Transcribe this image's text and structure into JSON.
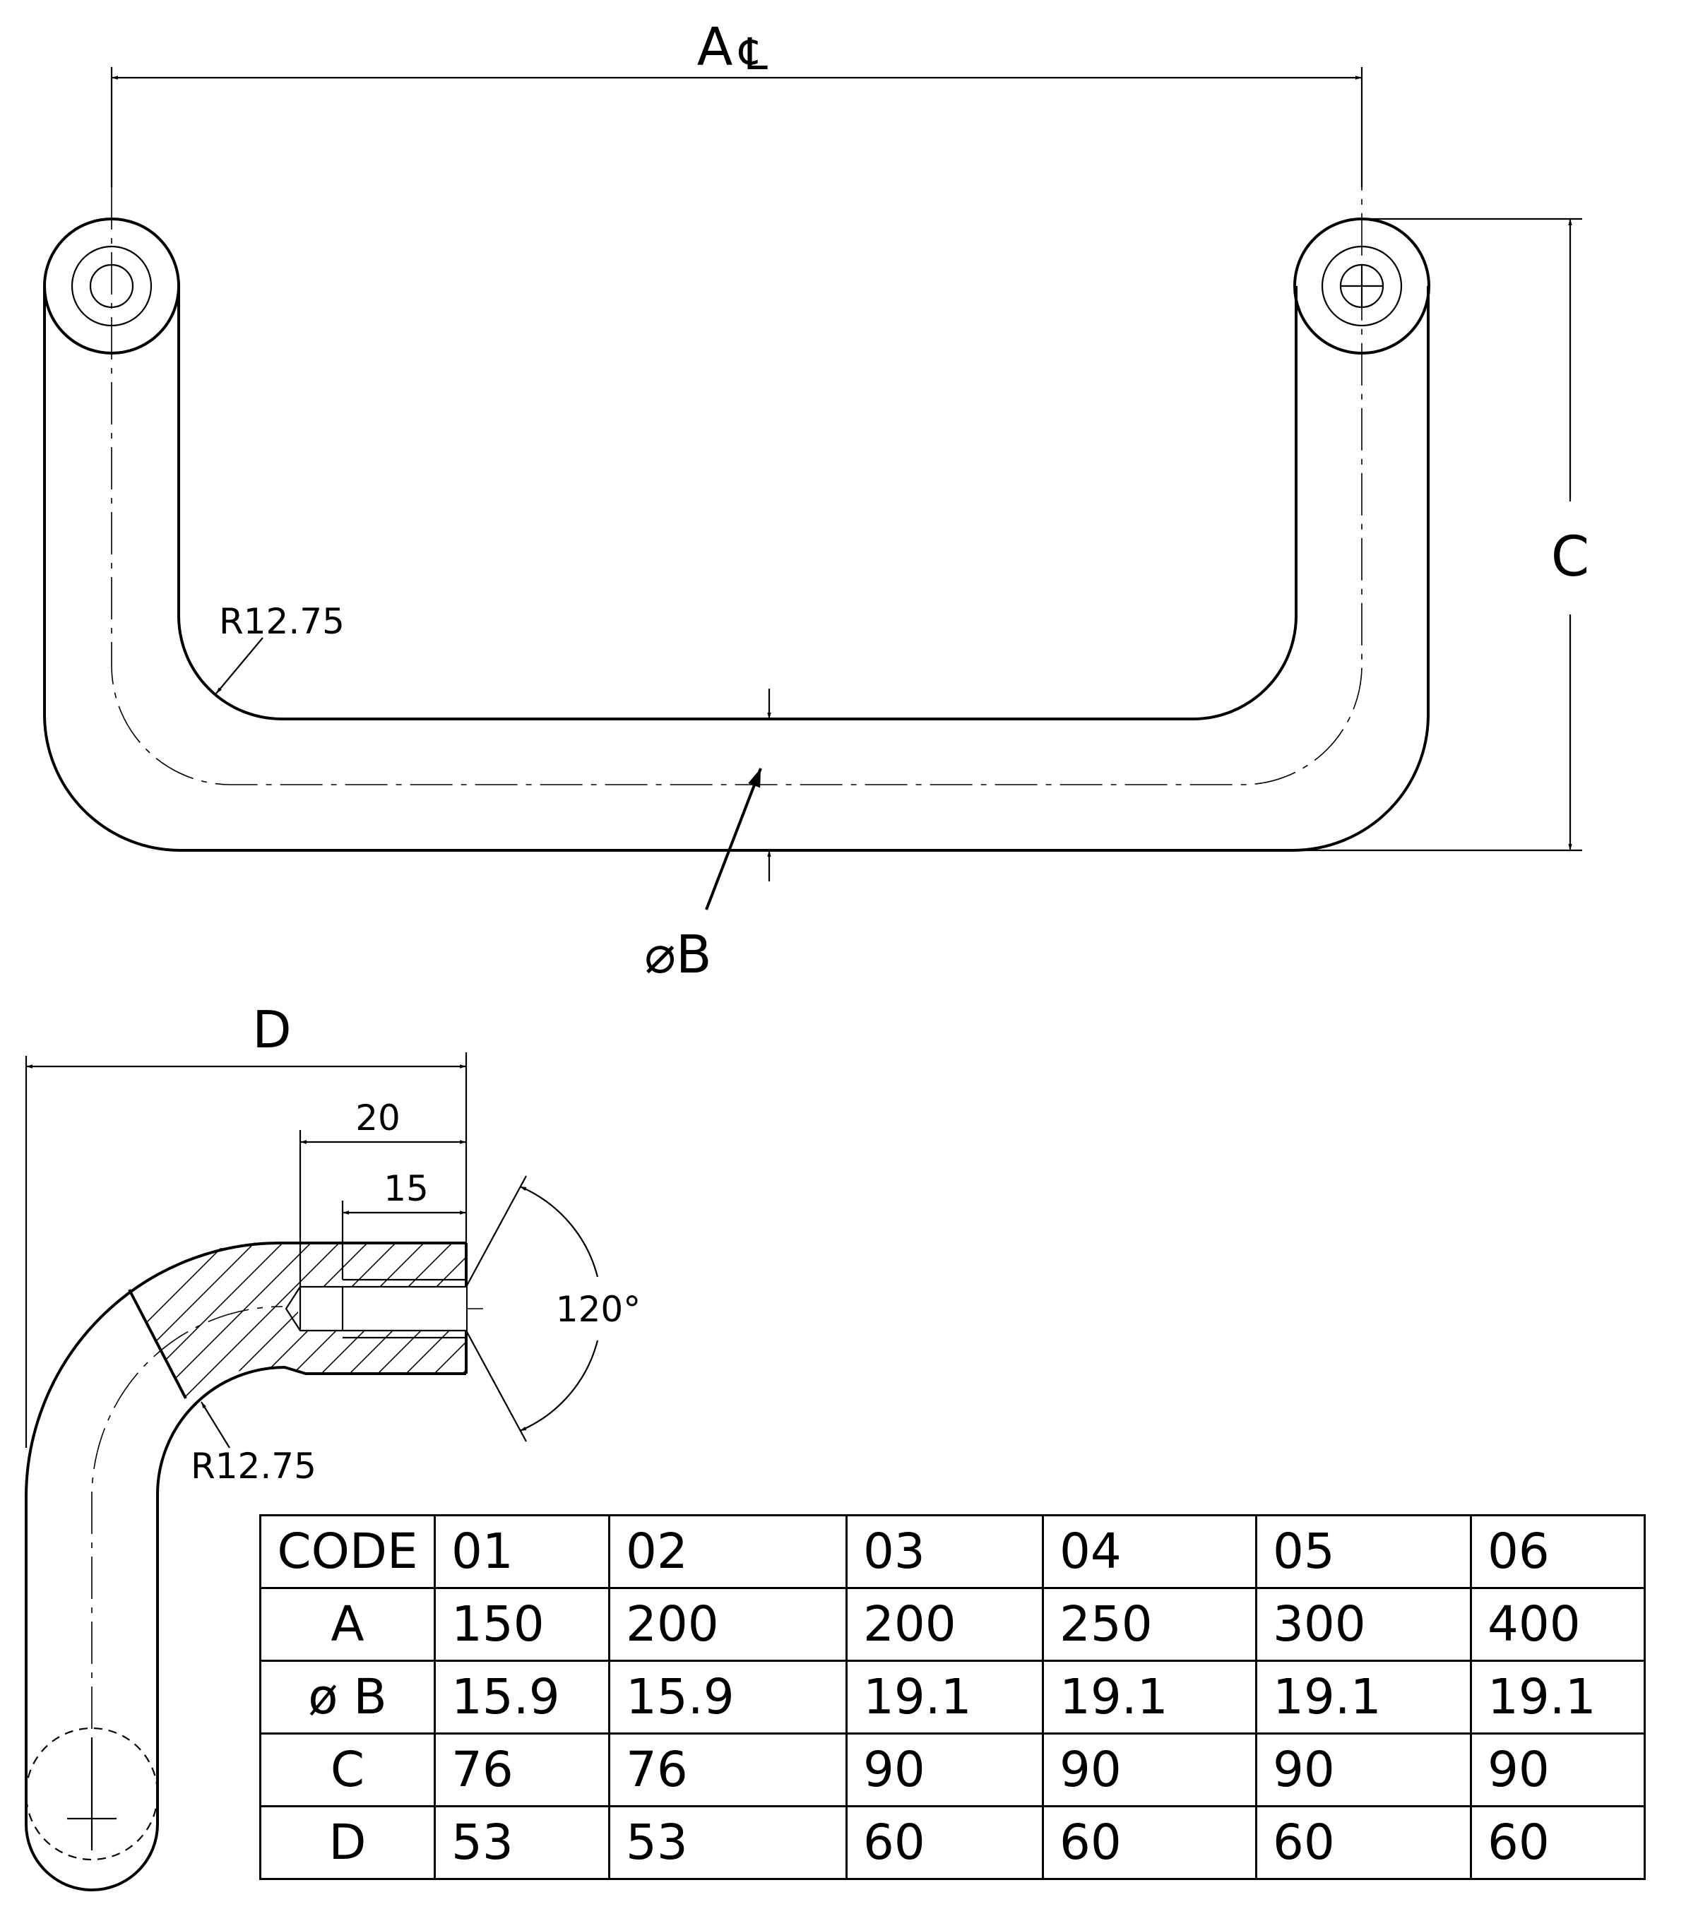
{
  "front_view": {
    "dimension_a": "A",
    "centerline_symbol": "℄",
    "dimension_b": "⌀B",
    "dimension_c": "C",
    "radius_label": "R12.75"
  },
  "side_view": {
    "dimension_d": "D",
    "depth_20": "20",
    "depth_15": "15",
    "angle": "120°",
    "radius_label": "R12.75"
  },
  "table": {
    "header_label": "CODE",
    "codes": [
      "01",
      "02",
      "03",
      "04",
      "05",
      "06"
    ],
    "rows": [
      {
        "label": "A",
        "values": [
          "150",
          "200",
          "200",
          "250",
          "300",
          "400"
        ]
      },
      {
        "label": "ø B",
        "values": [
          "15.9",
          "15.9",
          "19.1",
          "19.1",
          "19.1",
          "19.1"
        ]
      },
      {
        "label": "C",
        "values": [
          "76",
          "76",
          "90",
          "90",
          "90",
          "90"
        ]
      },
      {
        "label": "D",
        "values": [
          "53",
          "53",
          "60",
          "60",
          "60",
          "60"
        ]
      }
    ]
  }
}
